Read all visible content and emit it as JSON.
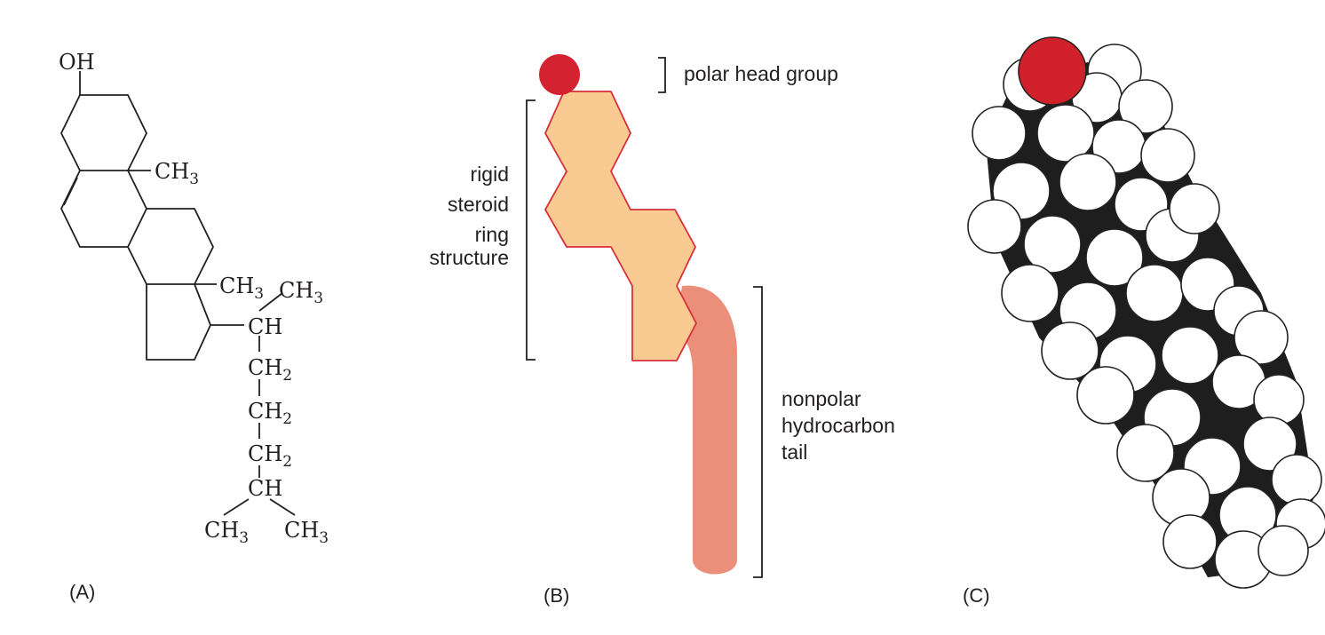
{
  "panels": {
    "a": {
      "label": "(A)",
      "oh": "OH",
      "ring_methyl": {
        "main": "CH",
        "sub": "3"
      },
      "ch3_left": {
        "main": "CH",
        "sub": "3"
      },
      "ch3_right": {
        "main": "CH",
        "sub": "3"
      },
      "ch_1": "CH",
      "ch2_1": {
        "main": "CH",
        "sub": "2"
      },
      "ch2_2": {
        "main": "CH",
        "sub": "2"
      },
      "ch2_3": {
        "main": "CH",
        "sub": "2"
      },
      "ch_2": "CH",
      "ch3_bottom_left": {
        "main": "CH",
        "sub": "3"
      },
      "ch3_bottom_right": {
        "main": "CH",
        "sub": "3"
      }
    },
    "b": {
      "label": "(B)",
      "head_label": "polar head group",
      "ring_label": [
        "rigid",
        "steroid",
        "ring",
        "structure"
      ],
      "tail_label": [
        "nonpolar",
        "hydrocarbon",
        "tail"
      ],
      "colors": {
        "head": "#d42230",
        "rings": "#f9cb92",
        "ring_edge": "#d8303a",
        "tail": "#ec8f7a"
      }
    },
    "c": {
      "label": "(C)",
      "colors": {
        "oxygen": "#d0202a",
        "hydrogen": "#ffffff",
        "carbon": "#1e1e1e"
      }
    }
  }
}
